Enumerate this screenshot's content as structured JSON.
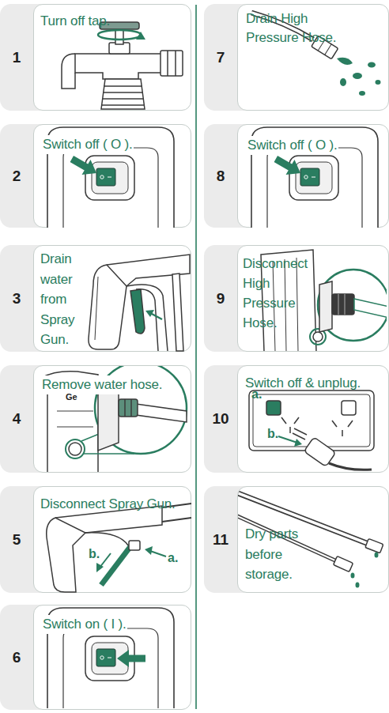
{
  "diagram": {
    "nodes": [
      {
        "text": [
          "1",
          "Turn off tap."
        ]
      },
      {
        "text": [
          "2",
          "Switch off ( O )."
        ]
      },
      {
        "text": [
          "3",
          "Drain water from Spray Gun."
        ]
      },
      {
        "text": [
          "4",
          "Remove water hose."
        ]
      },
      {
        "text": [
          "5",
          "Disconnect Spray Gun."
        ]
      },
      {
        "text": [
          "6",
          "Switch on ( I )."
        ]
      },
      {
        "text": [
          "7",
          "Drain High Pressure Hose."
        ]
      },
      {
        "text": [
          "8",
          "Switch off ( O )."
        ]
      },
      {
        "text": [
          "9",
          "Disconnect High Pressure Hose."
        ]
      },
      {
        "text": [
          "10",
          "Switch off & unplug."
        ]
      },
      {
        "text": [
          "11",
          "Dry parts before storage."
        ]
      }
    ],
    "labels": [
      "Ge",
      "a.",
      "b.",
      "a.",
      "b."
    ]
  }
}
